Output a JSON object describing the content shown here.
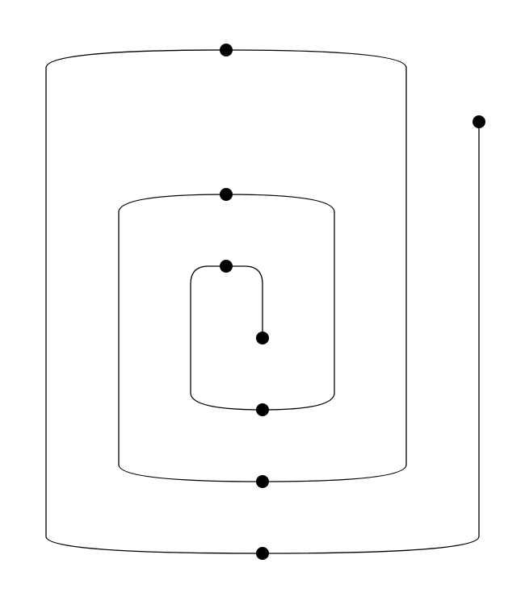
{
  "diagram": {
    "type": "spiral-path",
    "node_count": 8,
    "edge_count": 7,
    "colors": {
      "background": "#ffffff",
      "line": "#000000",
      "node": "#000000"
    }
  }
}
